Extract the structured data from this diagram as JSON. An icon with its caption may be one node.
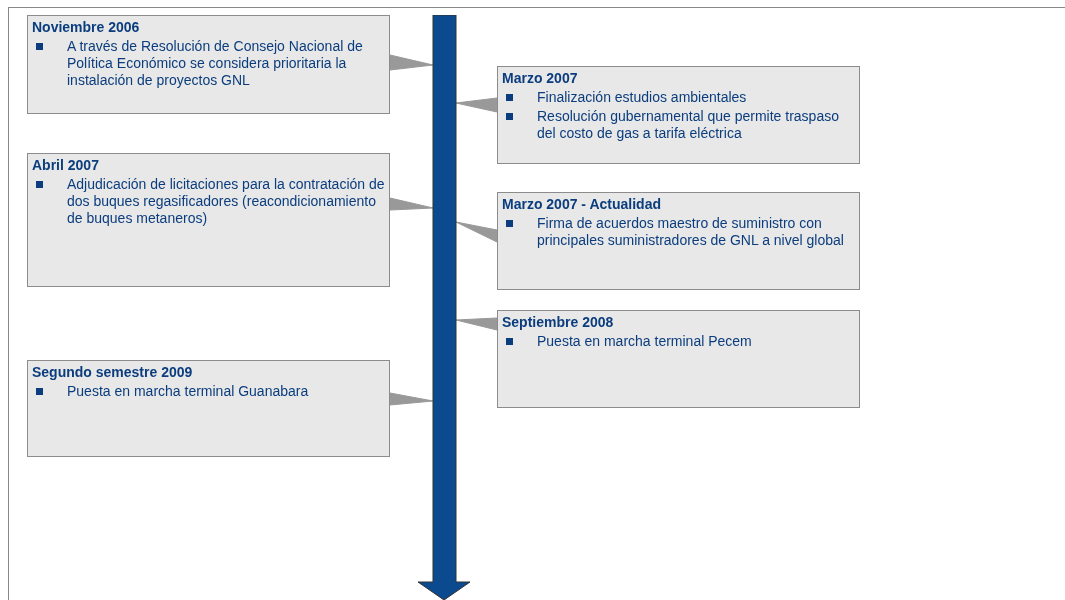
{
  "diagram": {
    "nodes": [
      {
        "text": [
          "Noviembre 2006",
          "A través de Resolución de Consejo Nacional de Política Económico se considera prioritaria la instalación de proyectos GNL"
        ]
      },
      {
        "text": [
          "Marzo 2007",
          "Finalización estudios ambientales",
          "Resolución gubernamental que permite traspaso del costo de gas a tarifa eléctrica"
        ]
      },
      {
        "text": [
          "Abril 2007",
          "Adjudicación de licitaciones para la contratación de dos buques regasificadores (reacondicionamiento de buques metaneros)"
        ]
      },
      {
        "text": [
          "Marzo 2007 - Actualidad",
          "Firma de acuerdos maestro de suministro con principales suministradores de GNL a nivel global"
        ]
      },
      {
        "text": [
          "Septiembre 2008",
          "Puesta en marcha terminal Pecem"
        ]
      },
      {
        "text": [
          "Segundo semestre 2009",
          "Puesta en marcha terminal Guanabara"
        ]
      },
      {
        "text": [],
        "shape": "arrow"
      }
    ],
    "edges": [
      {
        "from": 0,
        "to": 6,
        "arrow": "none"
      },
      {
        "from": 1,
        "to": 6,
        "arrow": "none"
      },
      {
        "from": 2,
        "to": 6,
        "arrow": "none"
      },
      {
        "from": 3,
        "to": 6,
        "arrow": "none"
      },
      {
        "from": 4,
        "to": 6,
        "arrow": "none"
      },
      {
        "from": 5,
        "to": 6,
        "arrow": "none"
      }
    ]
  }
}
